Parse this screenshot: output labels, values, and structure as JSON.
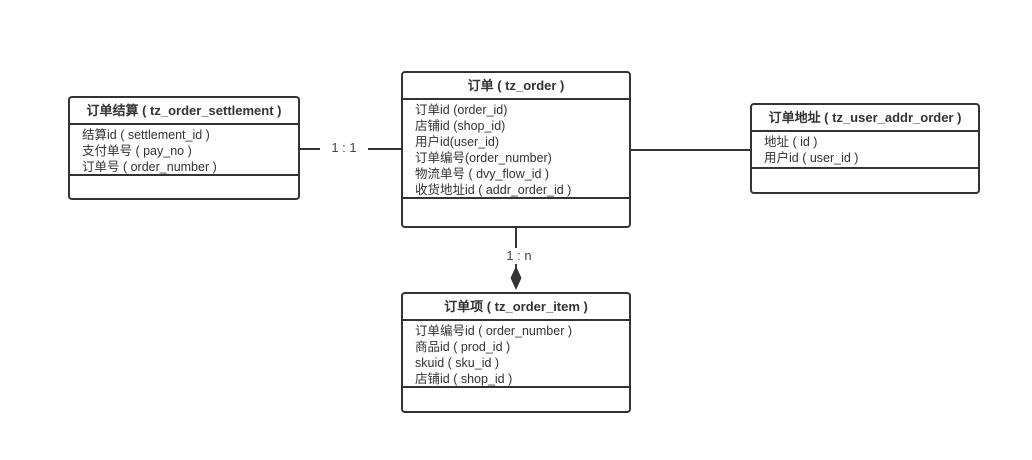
{
  "diagram": {
    "background_color": "#ffffff",
    "line_color": "#333333",
    "text_color": "#333333"
  },
  "entities": [
    {
      "id": "order_settlement",
      "title": "订单结算 ( tz_order_settlement )",
      "fields": [
        "结算id ( settlement_id )",
        "支付单号 ( pay_no )",
        "订单号 ( order_number )"
      ]
    },
    {
      "id": "order",
      "title": "订单 ( tz_order )",
      "fields": [
        "订单id (order_id)",
        "店铺id (shop_id)",
        "用户id(user_id)",
        "订单编号(order_number)",
        "物流单号 ( dvy_flow_id )",
        "收货地址id ( addr_order_id )"
      ]
    },
    {
      "id": "user_addr_order",
      "title": "订单地址 ( tz_user_addr_order )",
      "fields": [
        "地址 ( id )",
        "用户id ( user_id )"
      ]
    },
    {
      "id": "order_item",
      "title": "订单项 ( tz_order_item )",
      "fields": [
        "订单编号id ( order_number )",
        "商品id ( prod_id )",
        "skuid ( sku_id )",
        "店铺id ( shop_id )"
      ]
    }
  ],
  "connectors": {
    "settlement_order_label": "1 : 1",
    "order_item_label": "1 : n"
  }
}
